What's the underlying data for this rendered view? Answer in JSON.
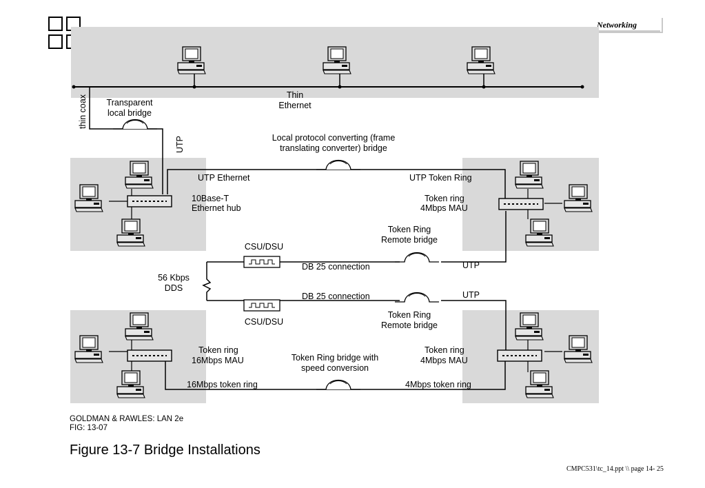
{
  "header": {
    "section": "Networking"
  },
  "diagram": {
    "thin_coax": "thin coax",
    "transparent_bridge": [
      "Transparent",
      "local bridge"
    ],
    "thin_ethernet": [
      "Thin",
      "Ethernet"
    ],
    "utp_vertical": "UTP",
    "converting_bridge": [
      "Local protocol converting (frame",
      "translating converter) bridge"
    ],
    "utp_ethernet": "UTP Ethernet",
    "utp_token_ring": "UTP Token Ring",
    "ethernet_hub": [
      "10Base-T",
      "Ethernet hub"
    ],
    "mau_4_top": [
      "Token ring",
      "4Mbps MAU"
    ],
    "csu_dsu_top": "CSU/DSU",
    "remote_bridge_top": [
      "Token Ring",
      "Remote bridge"
    ],
    "db25_top": "DB 25 connection",
    "utp_top": "UTP",
    "dds": [
      "56 Kbps",
      "DDS"
    ],
    "db25_bottom": "DB 25 connection",
    "utp_bottom": "UTP",
    "csu_dsu_bottom": "CSU/DSU",
    "remote_bridge_bottom": [
      "Token Ring",
      "Remote bridge"
    ],
    "mau_16": [
      "Token ring",
      "16Mbps MAU"
    ],
    "speed_bridge": [
      "Token Ring bridge with",
      "speed conversion"
    ],
    "mau_4_bottom": [
      "Token ring",
      "4Mbps MAU"
    ],
    "ring_16": "16Mbps token ring",
    "ring_4": "4Mbps token ring"
  },
  "credit": {
    "line1": "GOLDMAN & RAWLES:  LAN 2e",
    "line2": "FIG: 13-07"
  },
  "caption": "Figure 13-7 Bridge Installations",
  "footer": "CMPC531\\tc_14.ppt \\\\  page 14- 25"
}
